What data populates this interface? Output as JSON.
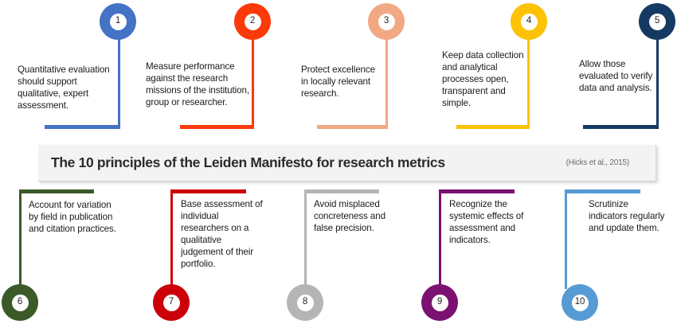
{
  "banner": {
    "title": "The 10 principles of the Leiden Manifesto for research metrics",
    "citation": "(Hicks et al., 2015)"
  },
  "principles": [
    {
      "number": "1",
      "text": "Quantitative evaluation should support qualitative, expert assessment.",
      "color": "#4472c4",
      "row": "top"
    },
    {
      "number": "2",
      "text": "Measure performance against the research missions of the institution, group or researcher.",
      "color": "#fc3a09",
      "row": "top"
    },
    {
      "number": "3",
      "text": "Protect excellence in locally relevant research.",
      "color": "#f1a883",
      "row": "top"
    },
    {
      "number": "4",
      "text": "Keep data collection and analytical processes open, transparent and simple.",
      "color": "#fcc203",
      "row": "top"
    },
    {
      "number": "5",
      "text": "Allow those evaluated to verify data and analysis.",
      "color": "#143a63",
      "row": "top"
    },
    {
      "number": "6",
      "text": "Account for variation by field in publication and citation practices.",
      "color": "#3b5a28",
      "row": "bottom"
    },
    {
      "number": "7",
      "text": "Base assessment of individual researchers on a qualitative judgement of their portfolio.",
      "color": "#cc0008",
      "row": "bottom"
    },
    {
      "number": "8",
      "text": "Avoid misplaced concreteness and false precision.",
      "color": "#b5b5b5",
      "row": "bottom"
    },
    {
      "number": "9",
      "text": "Recognize the systemic effects of assessment and indicators.",
      "color": "#7b1171",
      "row": "bottom"
    },
    {
      "number": "10",
      "text": "Scrutinize indicators regularly and update them.",
      "color": "#579bd5",
      "row": "bottom"
    }
  ]
}
